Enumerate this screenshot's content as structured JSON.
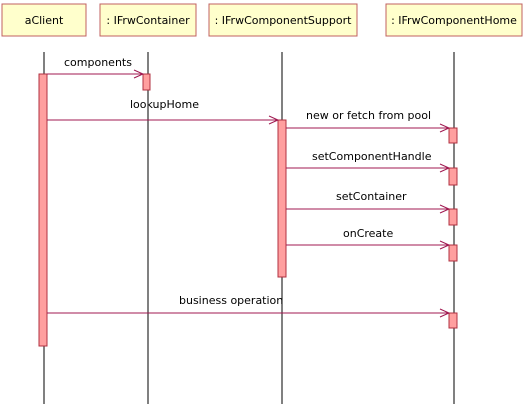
{
  "diagram": {
    "lifelines": [
      {
        "id": "client",
        "name": "aClient"
      },
      {
        "id": "container",
        "name": ": IFrwContainer"
      },
      {
        "id": "support",
        "name": ": IFrwComponentSupport"
      },
      {
        "id": "home",
        "name": ": IFrwComponentHome"
      }
    ],
    "messages": [
      {
        "from": "client",
        "to": "container",
        "label": "components"
      },
      {
        "from": "client",
        "to": "support",
        "label": "lookupHome"
      },
      {
        "from": "support",
        "to": "home",
        "label": "new or fetch from pool"
      },
      {
        "from": "support",
        "to": "home",
        "label": "setComponentHandle"
      },
      {
        "from": "support",
        "to": "home",
        "label": "setContainer"
      },
      {
        "from": "support",
        "to": "home",
        "label": "onCreate"
      },
      {
        "from": "client",
        "to": "home",
        "label": "business operation"
      }
    ],
    "colors": {
      "lifeline_box_fill": "#ffffcc",
      "lifeline_box_border": "#c06060",
      "activation_fill": "#ff9f9f",
      "activation_border": "#b03040",
      "message_line": "#a01850"
    }
  }
}
